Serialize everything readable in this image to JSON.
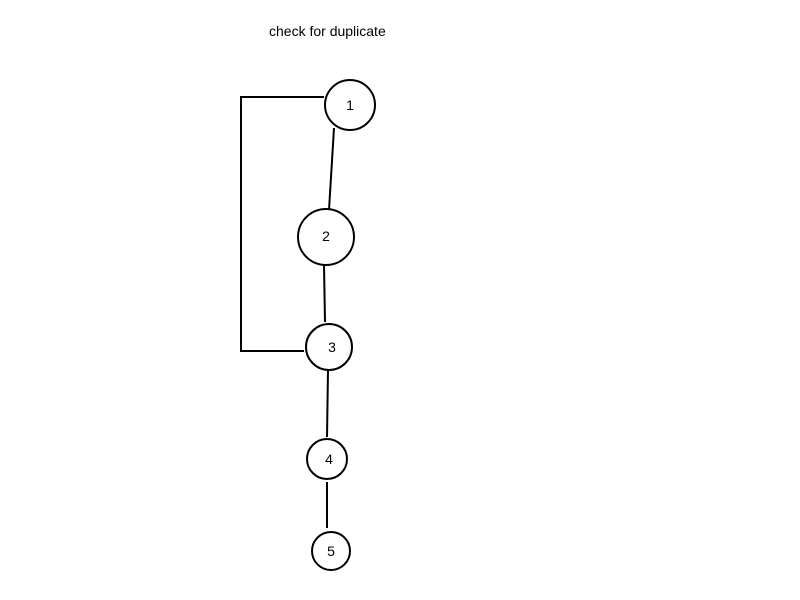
{
  "title": "check for duplicate",
  "colors": {
    "background": "#ffffff",
    "stroke": "#000000",
    "text": "#000000"
  },
  "nodes": [
    {
      "id": "1",
      "label": "1"
    },
    {
      "id": "2",
      "label": "2"
    },
    {
      "id": "3",
      "label": "3"
    },
    {
      "id": "4",
      "label": "4"
    },
    {
      "id": "5",
      "label": "5"
    }
  ],
  "edges": [
    {
      "from": "1",
      "to": "2"
    },
    {
      "from": "2",
      "to": "3"
    },
    {
      "from": "3",
      "to": "4"
    },
    {
      "from": "4",
      "to": "5"
    },
    {
      "from": "3",
      "to": "1",
      "routing": "bracket-left"
    }
  ]
}
